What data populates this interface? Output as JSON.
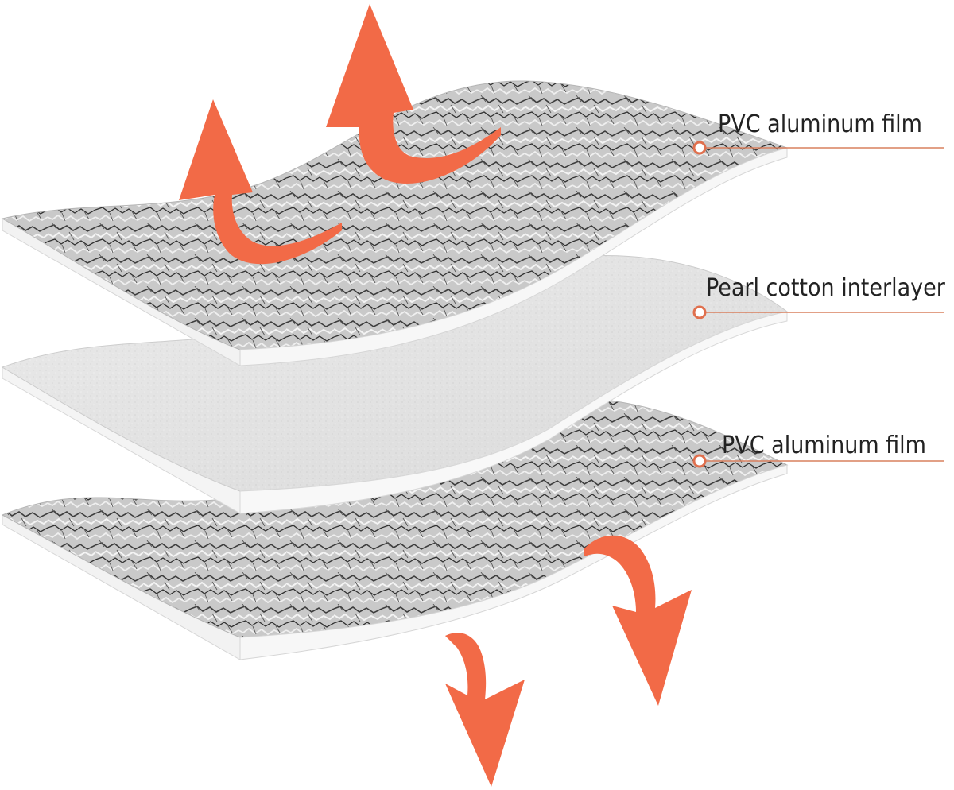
{
  "colors": {
    "background": "#ffffff",
    "arrow": "#f26a47",
    "arrow_highlight": "#f89a7c",
    "foil_base": "#c9c9c9",
    "foil_light": "#f2f2f2",
    "foil_dark": "#3a3a3a",
    "foam": "#e4e4e4",
    "sheet_edge": "#f7f7f7",
    "callout_line": "#d9805f",
    "label_text": "#222222"
  },
  "layers": [
    {
      "label": "PVC aluminum film",
      "material": "aluminum-foil"
    },
    {
      "label": "Pearl cotton interlayer",
      "material": "pearl-cotton-foam"
    },
    {
      "label": "PVC aluminum film",
      "material": "aluminum-foil"
    }
  ],
  "heat_arrows": {
    "top": {
      "count": 2,
      "direction": "up",
      "icon": "curved-up-arrow"
    },
    "bottom": {
      "count": 2,
      "direction": "down",
      "icon": "curved-down-arrow"
    }
  }
}
